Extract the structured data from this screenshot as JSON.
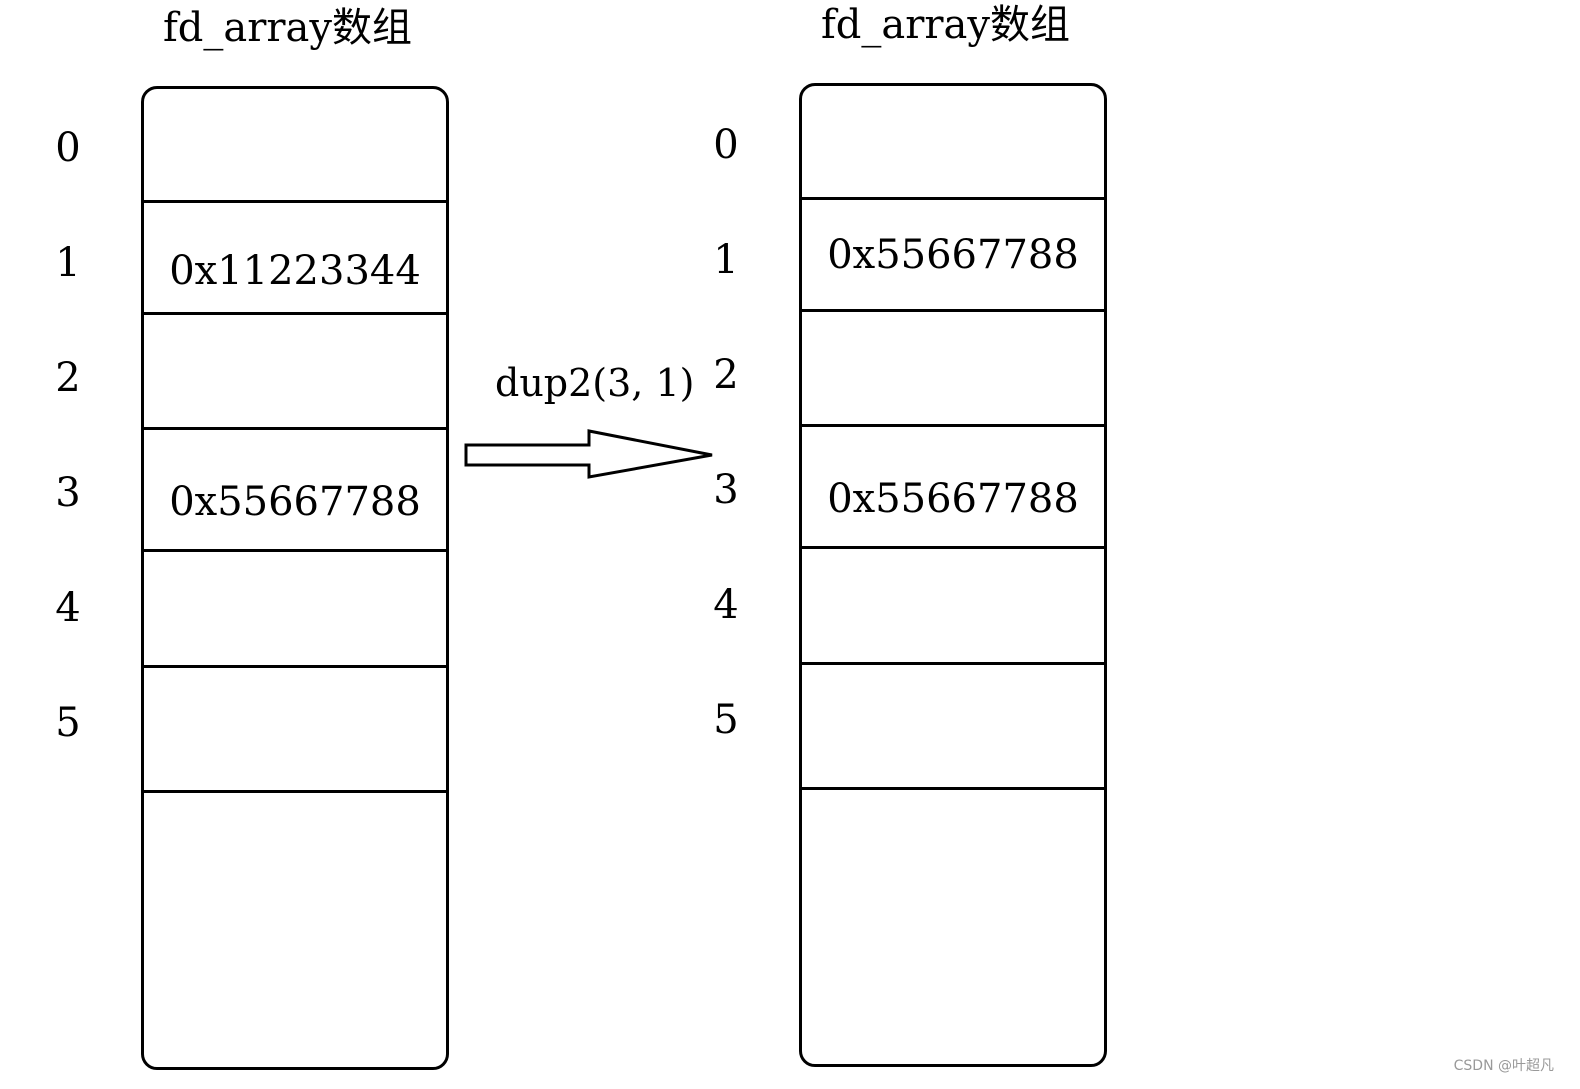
{
  "left_panel": {
    "title": "fd_array数组",
    "indices": [
      "0",
      "1",
      "2",
      "3",
      "4",
      "5"
    ],
    "values": {
      "1": "0x11223344",
      "3": "0x55667788"
    }
  },
  "right_panel": {
    "title": "fd_array数组",
    "indices": [
      "0",
      "1",
      "2",
      "3",
      "4",
      "5"
    ],
    "values": {
      "1": "0x55667788",
      "3": "0x55667788"
    }
  },
  "operation": {
    "label": "dup2(3, 1)"
  },
  "watermark": "CSDN @叶超凡"
}
